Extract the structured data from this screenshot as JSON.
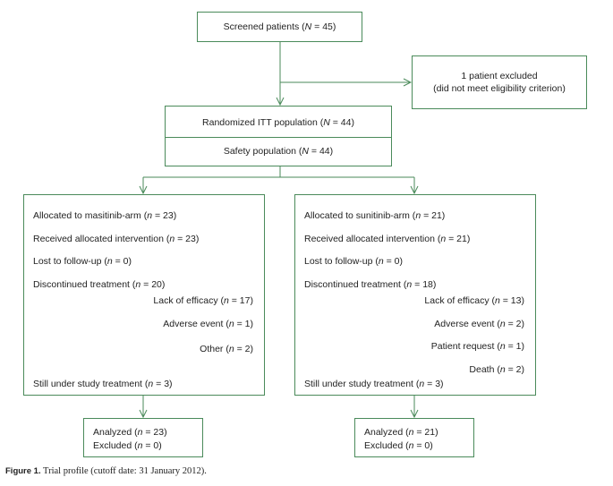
{
  "screened": {
    "pre": "Screened patients (",
    "v": "N",
    "post": " = 45)"
  },
  "excluded": {
    "line1": "1 patient excluded",
    "line2": "(did not meet eligibility criterion)"
  },
  "randomized": {
    "pre": "Randomized ITT population (",
    "v": "N",
    "post": " = 44)"
  },
  "safety": {
    "pre": "Safety population (",
    "v": "N",
    "post": " = 44)"
  },
  "masitinib": {
    "allocated": {
      "pre": "Allocated to masitinib-arm (",
      "v": "n",
      "post": " = 23)"
    },
    "received": {
      "pre": "Received allocated intervention (",
      "v": "n",
      "post": " = 23)"
    },
    "lost": {
      "pre": "Lost to follow-up (",
      "v": "n",
      "post": " = 0)"
    },
    "discontinued": {
      "pre": "Discontinued treatment (",
      "v": "n",
      "post": " = 20)"
    },
    "reasons": [
      {
        "pre": "Lack of efficacy (",
        "v": "n",
        "post": " = 17)"
      },
      {
        "pre": "Adverse event (",
        "v": "n",
        "post": " = 1)"
      },
      {
        "pre": "Other (",
        "v": "n",
        "post": " = 2)"
      }
    ],
    "still": {
      "pre": "Still under study treatment (",
      "v": "n",
      "post": " = 3)"
    },
    "analyzed": {
      "pre": "Analyzed (",
      "v": "n",
      "post": " = 23)"
    },
    "excluded": {
      "pre": "Excluded (",
      "v": "n",
      "post": " = 0)"
    }
  },
  "sunitinib": {
    "allocated": {
      "pre": "Allocated to sunitinib-arm (",
      "v": "n",
      "post": " = 21)"
    },
    "received": {
      "pre": "Received allocated intervention (",
      "v": "n",
      "post": " = 21)"
    },
    "lost": {
      "pre": "Lost to follow-up (",
      "v": "n",
      "post": " = 0)"
    },
    "discontinued": {
      "pre": "Discontinued treatment (",
      "v": "n",
      "post": " = 18)"
    },
    "reasons": [
      {
        "pre": "Lack of efficacy (",
        "v": "n",
        "post": " = 13)"
      },
      {
        "pre": "Adverse event (",
        "v": "n",
        "post": " = 2)"
      },
      {
        "pre": "Patient request (",
        "v": "n",
        "post": " = 1)"
      },
      {
        "pre": "Death (",
        "v": "n",
        "post": " = 2)"
      }
    ],
    "still": {
      "pre": "Still under study treatment (",
      "v": "n",
      "post": " = 3)"
    },
    "analyzed": {
      "pre": "Analyzed (",
      "v": "n",
      "post": " = 21)"
    },
    "excluded": {
      "pre": "Excluded (",
      "v": "n",
      "post": " = 0)"
    }
  },
  "caption": {
    "label": "Figure 1.",
    "text": "Trial profile (cutoff date: 31 January 2012)."
  },
  "colors": {
    "line": "#4a8a5a",
    "text": "#222222"
  }
}
